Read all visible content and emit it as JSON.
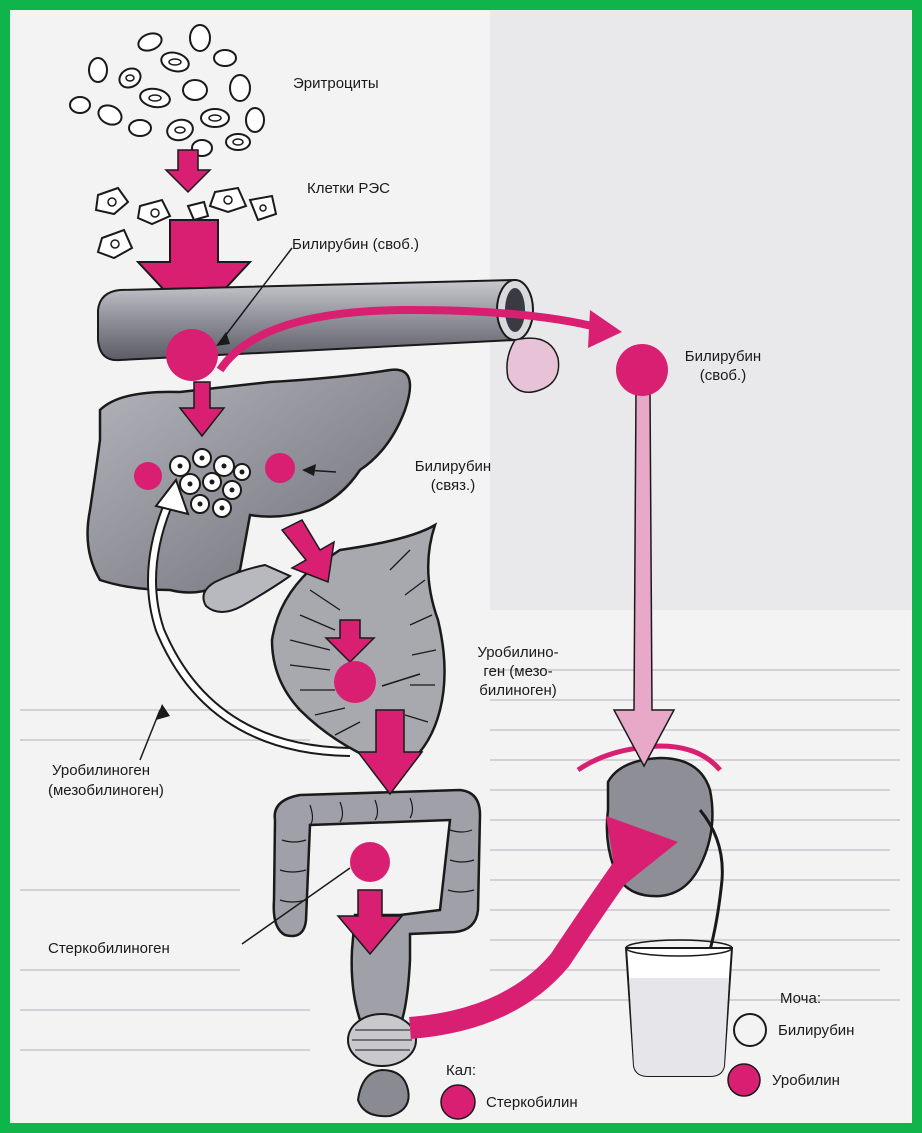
{
  "diagram": {
    "colors": {
      "border": "#0fb44a",
      "background": "#f3f3f4",
      "magenta": "#d81f72",
      "pink_light": "#e8a8c8",
      "organ": "#9a9aa2",
      "ink": "#1a1a1a"
    },
    "labels": {
      "erythrocytes": "Эритроциты",
      "res_cells": "Клетки РЭС",
      "bilirubin_free": "Билирубин (своб.)",
      "bilirubin_free_blood_1": "Билирубин",
      "bilirubin_free_blood_2": "(своб.)",
      "bilirubin_bound_1": "Билирубин",
      "bilirubin_bound_2": "(связ.)",
      "urobilinogen_intestine_1": "Уробилино-",
      "urobilinogen_intestine_2": "ген (мезо-",
      "urobilinogen_intestine_3": "билиноген)",
      "urobilinogen_return_1": "Уробилиноген",
      "urobilinogen_return_2": "(мезобилиноген)",
      "stercobilinogen": "Стеркобилиноген"
    },
    "legend_urine": {
      "title": "Моча:",
      "items": [
        {
          "label": "Билирубин",
          "icon": "empty-circle-icon"
        },
        {
          "label": "Уробилин",
          "icon": "magenta-circle-icon"
        }
      ]
    },
    "legend_feces": {
      "title": "Кал:",
      "items": [
        {
          "label": "Стеркобилин",
          "icon": "magenta-circle-icon"
        }
      ]
    }
  }
}
